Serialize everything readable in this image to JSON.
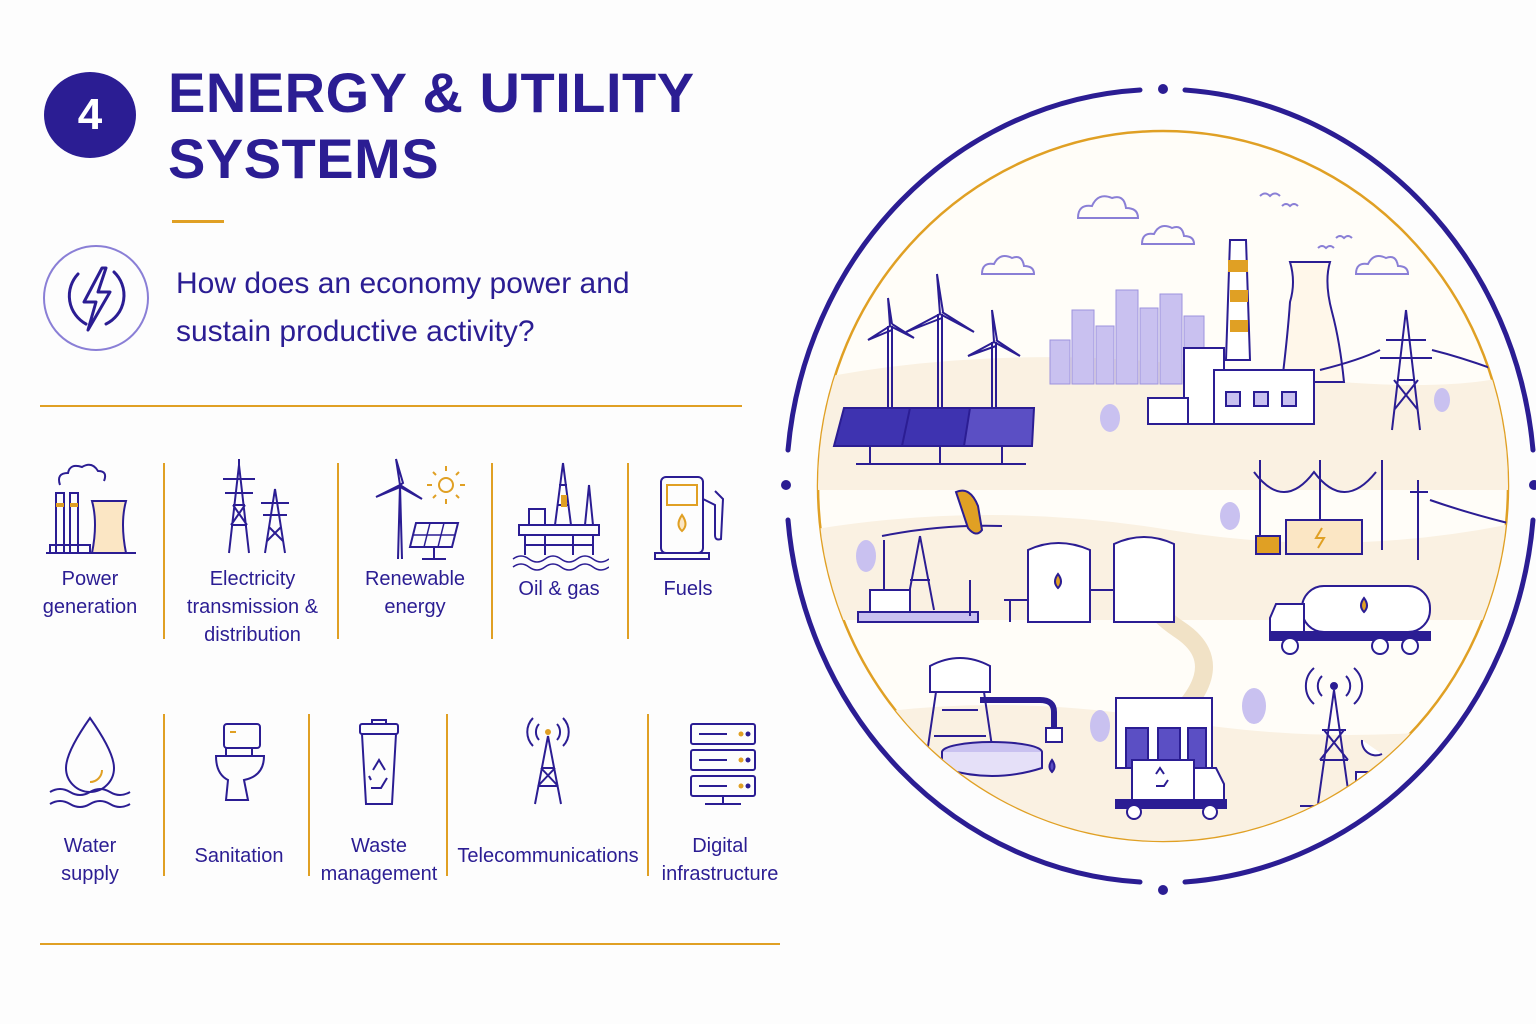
{
  "section": {
    "number": "4",
    "title_line1": "ENERGY & UTILITY",
    "title_line2": "SYSTEMS",
    "question_icon": "lightning-icon",
    "question": "How does an economy power and sustain productive activity?"
  },
  "categories_row1": [
    {
      "label": "Power\ngeneration",
      "icon": "power-plant-icon"
    },
    {
      "label": "Electricity\ntransmission &\ndistribution",
      "icon": "transmission-tower-icon"
    },
    {
      "label": "Renewable\nenergy",
      "icon": "wind-solar-icon"
    },
    {
      "label": "Oil & gas",
      "icon": "oil-rig-icon"
    },
    {
      "label": "Fuels",
      "icon": "fuel-pump-icon"
    }
  ],
  "categories_row2": [
    {
      "label": "Water\nsupply",
      "icon": "water-drop-icon"
    },
    {
      "label": "Sanitation",
      "icon": "toilet-icon"
    },
    {
      "label": "Waste\nmanagement",
      "icon": "recycle-bin-icon"
    },
    {
      "label": "Telecommunications",
      "icon": "antenna-tower-icon"
    },
    {
      "label": "Digital\ninfrastructure",
      "icon": "server-rack-icon"
    }
  ],
  "colors": {
    "primary": "#2b1d93",
    "accent": "#e0a024",
    "soft_purple": "#b8b0e8",
    "background": "#fdfdfd"
  }
}
